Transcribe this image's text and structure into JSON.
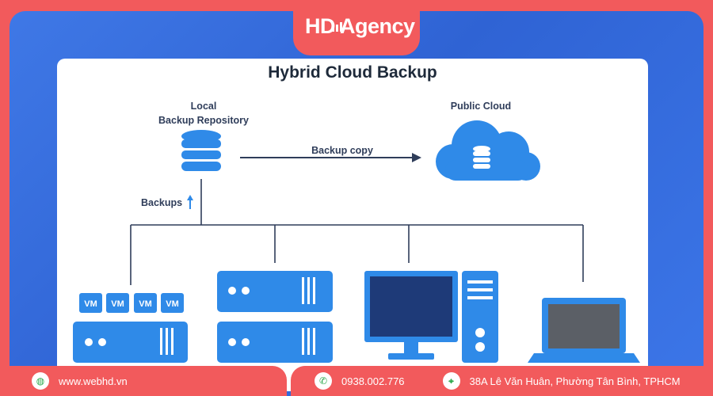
{
  "brand": {
    "name": "HD Agency"
  },
  "diagram": {
    "title": "Hybrid Cloud Backup",
    "local_label_line1": "Local",
    "local_label_line2": "Backup Repository",
    "public_cloud_label": "Public Cloud",
    "backup_copy_label": "Backup copy",
    "backups_label": "Backups",
    "vm_labels": [
      "VM",
      "VM",
      "VM",
      "VM"
    ]
  },
  "footer": {
    "website": "www.webhd.vn",
    "phone": "0938.002.776",
    "address": "38A Lê Văn Huân, Phường Tân Bình, TPHCM"
  },
  "colors": {
    "accent_blue": "#2f8ae8",
    "frame_blue": "#3f78e6",
    "brand_red": "#f25a5c",
    "line_dark": "#2f3d5a",
    "monitor_screen": "#1e3a78",
    "laptop_screen": "#5b5f66"
  },
  "icons": [
    "database-icon",
    "cloud-icon",
    "arrow-right-icon",
    "arrow-up-icon",
    "server-icon",
    "desktop-icon",
    "laptop-icon",
    "globe-icon",
    "phone-icon",
    "location-icon"
  ]
}
